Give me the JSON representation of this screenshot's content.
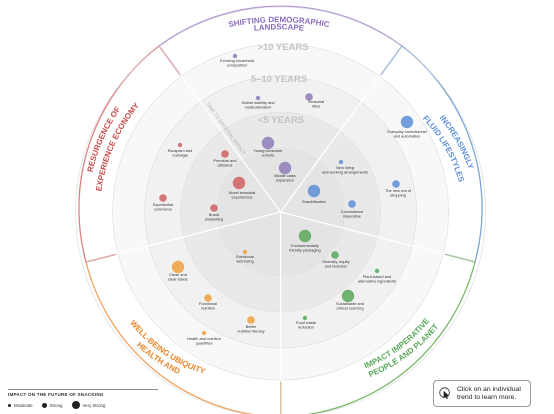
{
  "colors": {
    "demographic": "#8e7bb8",
    "lifestyles": "#7aa5d6",
    "planet": "#7cb96a",
    "health": "#f0a460",
    "experience": "#dc8080",
    "ring_inner": "#e9e9e9",
    "ring_mid": "#f1f1f1",
    "ring_outer": "#f8f8f8"
  },
  "quadrants": {
    "demographic": {
      "line1": "SHIFTING DEMOGRAPHIC",
      "line2": "LANDSCAPE"
    },
    "lifestyles": {
      "line1": "INCREASINGLY",
      "line2": "FLUID LIFESTYLES"
    },
    "planet": {
      "line1": "PEOPLE AND PLANET",
      "line2": "IMPACT IMPERATIVE"
    },
    "health": {
      "line1": "HEALTH AND",
      "line2": "WELL-BEING UBIQUITY"
    },
    "experience": {
      "line1": "RESURGENCE OF",
      "line2": "EXPERIENCE ECONOMY"
    }
  },
  "horizons": {
    "far": ">10 YEARS",
    "mid": "5–10 YEARS",
    "near": "<5 YEARS",
    "axis_label": "TIME TO MATERIAL IMPACT"
  },
  "trends": [
    {
      "label": "Evolving household composition",
      "impact": "moderate",
      "color": "#8e7bb8",
      "icon": "moderate-impact-dot"
    },
    {
      "label": "Global mobility and multiculturalism",
      "impact": "moderate",
      "color": "#8e7bb8",
      "icon": "moderate-impact-dot"
    },
    {
      "label": "Sensorial lifers",
      "impact": "strong",
      "color": "#8e7bb8",
      "icon": "strong-impact-dot"
    },
    {
      "label": "Young consumer cohorts",
      "impact": "very-strong",
      "color": "#8e7bb8",
      "icon": "very-strong-impact-dot"
    },
    {
      "label": "Middle class expansion",
      "impact": "very-strong",
      "color": "#8e7bb8",
      "icon": "very-strong-impact-dot"
    },
    {
      "label": "Everyday omnichannel and automation",
      "impact": "very-strong",
      "color": "#5b8fd6",
      "icon": "very-strong-impact-dot"
    },
    {
      "label": "New living and working arrangements",
      "impact": "moderate",
      "color": "#5b8fd6",
      "icon": "moderate-impact-dot"
    },
    {
      "label": "Snackification",
      "impact": "very-strong",
      "color": "#5b8fd6",
      "icon": "very-strong-impact-dot"
    },
    {
      "label": "Convenience imperative",
      "impact": "strong",
      "color": "#5b8fd6",
      "icon": "strong-impact-dot"
    },
    {
      "label": "The new era of shopping",
      "impact": "strong",
      "color": "#5b8fd6",
      "icon": "strong-impact-dot"
    },
    {
      "label": "Environmentally friendly packaging",
      "impact": "very-strong",
      "color": "#5aa65a",
      "icon": "very-strong-impact-dot"
    },
    {
      "label": "Diversity, equity and inclusion",
      "impact": "strong",
      "color": "#5aa65a",
      "icon": "strong-impact-dot"
    },
    {
      "label": "Plant-based and alternative ingredients",
      "impact": "moderate",
      "color": "#5aa65a",
      "icon": "moderate-impact-dot"
    },
    {
      "label": "Sustainable and ethical sourcing",
      "impact": "very-strong",
      "color": "#5aa65a",
      "icon": "very-strong-impact-dot"
    },
    {
      "label": "Food waste reduction",
      "impact": "moderate",
      "color": "#5aa65a",
      "icon": "moderate-impact-dot"
    },
    {
      "label": "Emotional well-being",
      "impact": "moderate",
      "color": "#f0a040",
      "icon": "moderate-impact-dot"
    },
    {
      "label": "Clean and clear labels",
      "impact": "very-strong",
      "color": "#f0a040",
      "icon": "very-strong-impact-dot"
    },
    {
      "label": "Functional nutrition",
      "impact": "strong",
      "color": "#f0a040",
      "icon": "strong-impact-dot"
    },
    {
      "label": "Health and nutrition quantified",
      "impact": "moderate",
      "color": "#f0a040",
      "icon": "moderate-impact-dot"
    },
    {
      "label": "Better nutrition literacy",
      "impact": "strong",
      "color": "#f0a040",
      "icon": "strong-impact-dot"
    },
    {
      "label": "Escapism and nostalgia",
      "impact": "moderate",
      "color": "#d06060",
      "icon": "moderate-impact-dot"
    },
    {
      "label": "Premium and artisanal",
      "impact": "strong",
      "color": "#d06060",
      "icon": "strong-impact-dot"
    },
    {
      "label": "Novel sensorial experiences",
      "impact": "very-strong",
      "color": "#d06060",
      "icon": "very-strong-impact-dot"
    },
    {
      "label": "Experiential commerce",
      "impact": "strong",
      "color": "#d06060",
      "icon": "strong-impact-dot"
    },
    {
      "label": "Brand storytelling",
      "impact": "strong",
      "color": "#d06060",
      "icon": "strong-impact-dot"
    }
  ],
  "legend": {
    "title": "IMPACT ON THE FUTURE OF SNACKING",
    "moderate": "Moderate",
    "strong": "Strong",
    "very_strong": "Very Strong"
  },
  "hint": {
    "text": "Click on an individual trend to learn more.",
    "icon": "cursor-click-icon"
  }
}
